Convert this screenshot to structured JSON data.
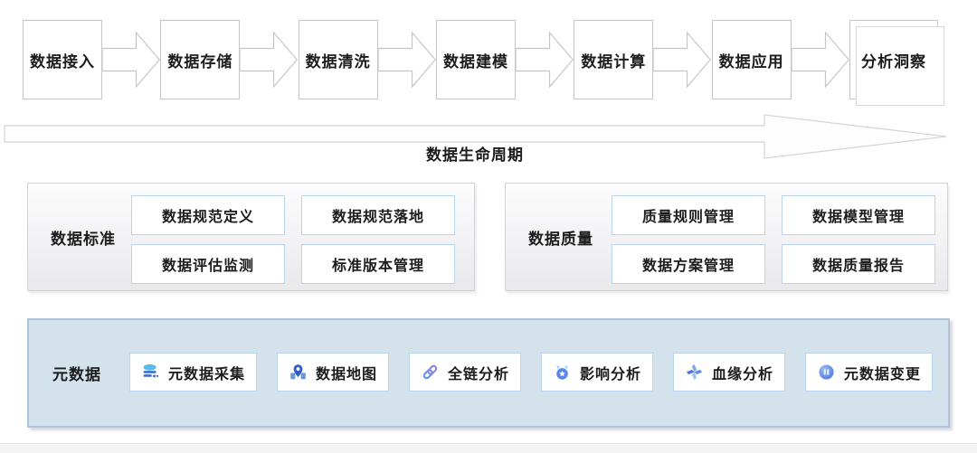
{
  "flow": {
    "steps": [
      "数据接入",
      "数据存储",
      "数据清洗",
      "数据建模",
      "数据计算",
      "数据应用",
      "分析洞察"
    ],
    "lifecycle_label": "数据生命周期"
  },
  "standards_panel": {
    "title": "数据标准",
    "items": [
      "数据规范定义",
      "数据规范落地",
      "数据评估监测",
      "标准版本管理"
    ]
  },
  "quality_panel": {
    "title": "数据质量",
    "items": [
      "质量规则管理",
      "数据模型管理",
      "数据方案管理",
      "数据质量报告"
    ]
  },
  "metadata_panel": {
    "title": "元数据",
    "items": [
      {
        "label": "元数据采集",
        "icon": "database-icon"
      },
      {
        "label": "数据地图",
        "icon": "map-pin-icon"
      },
      {
        "label": "全链分析",
        "icon": "chain-link-icon"
      },
      {
        "label": "影响分析",
        "icon": "impact-badge-icon"
      },
      {
        "label": "血缘分析",
        "icon": "lineage-pinwheel-icon"
      },
      {
        "label": "元数据变更",
        "icon": "change-circle-icon"
      }
    ]
  },
  "colors": {
    "flow_box_border": "#c6c6c6",
    "blue_box_border": "#b9d4ec",
    "metadata_panel_bg": "#d4e2ec",
    "metadata_panel_border": "#b0c4da",
    "icon_blue_dark": "#3d6cd0",
    "icon_blue_light": "#55bde8",
    "text": "#1c1c1c"
  }
}
